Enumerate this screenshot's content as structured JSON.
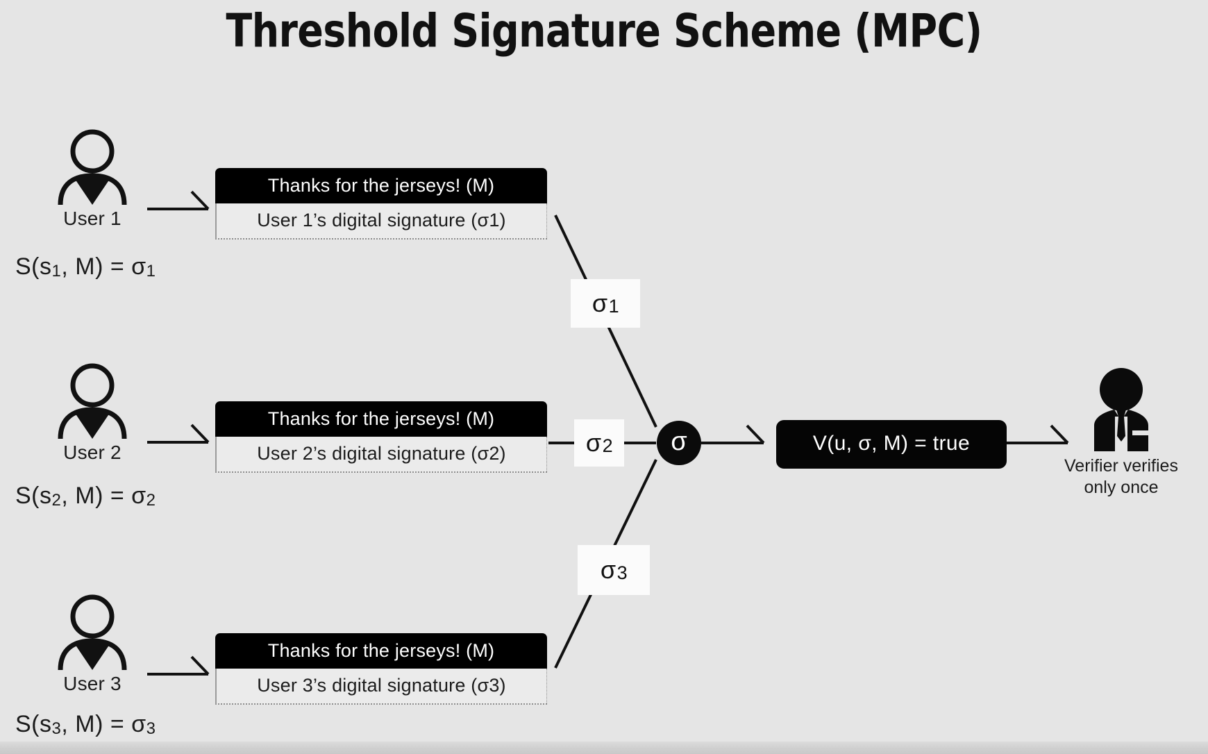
{
  "title": "Threshold Signature Scheme (MPC)",
  "colors": {
    "background": "#e5e5e5",
    "ink": "#111111",
    "card_header_bg": "#000000",
    "card_body_bg": "#ebebeb",
    "chip_bg": "#fbfbfb",
    "node_bg": "#0b0b0b",
    "pill_bg": "#050505",
    "pill_text": "#ffffff"
  },
  "users": [
    {
      "icon": "user-outline-icon",
      "label": "User 1",
      "formula_main": "S(s",
      "formula_sub1": "1",
      "formula_mid": ", M) = ",
      "formula_sigma": "σ",
      "formula_sub2": "1",
      "formula_full": "S(s1, M) = σ1",
      "message": "Thanks for the jerseys! (M)",
      "signature": "User 1’s digital signature (σ1)"
    },
    {
      "icon": "user-outline-icon",
      "label": "User 2",
      "formula_main": "S(s",
      "formula_sub1": "2",
      "formula_mid": ", M) = ",
      "formula_sigma": "σ",
      "formula_sub2": "2",
      "formula_full": "S(s2, M) = σ2",
      "message": "Thanks for the jerseys! (M)",
      "signature": "User 2’s digital signature (σ2)"
    },
    {
      "icon": "user-outline-icon",
      "label": "User 3",
      "formula_main": "S(s",
      "formula_sub1": "3",
      "formula_mid": ", M) = ",
      "formula_sigma": "σ",
      "formula_sub2": "3",
      "formula_full": "S(s3, M) = σ3",
      "message": "Thanks for the jerseys! (M)",
      "signature": "User 3’s digital signature (σ3)"
    }
  ],
  "sigma_chips": [
    {
      "symbol": "σ",
      "index": "1"
    },
    {
      "symbol": "σ",
      "index": "2"
    },
    {
      "symbol": "σ",
      "index": "3"
    }
  ],
  "aggregate_node": {
    "symbol": "σ",
    "name": "combined-signature-node"
  },
  "verification": {
    "expression": "V(u, σ, M) = true"
  },
  "verifier": {
    "icon": "verifier-person-icon",
    "caption_line1": "Verifier verifies",
    "caption_line2": "only once"
  }
}
